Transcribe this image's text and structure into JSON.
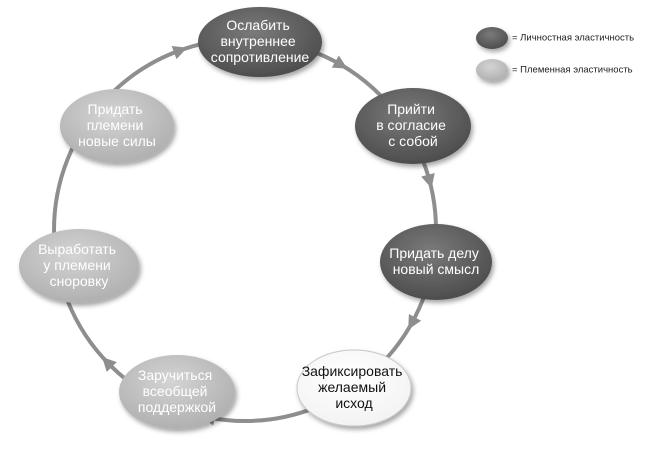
{
  "legend": [
    {
      "label": "= Личностная эластичность",
      "kind": "personal"
    },
    {
      "label": "= Племенная эластичность",
      "kind": "tribal"
    }
  ],
  "colors": {
    "personal_fill": "#5e5e5e",
    "personal_text": "#ffffff",
    "tribal_fill": "#c4c4c4",
    "tribal_text": "#ffffff",
    "goal_fill": "#ffffff",
    "goal_text": "#111111",
    "ring": "#8e8e8e"
  },
  "steps": [
    {
      "kind": "personal",
      "lines": [
        "Ослабить",
        "внутреннее",
        "сопротивление"
      ]
    },
    {
      "kind": "personal",
      "lines": [
        "Прийти",
        "в согласие",
        "с собой"
      ]
    },
    {
      "kind": "personal",
      "lines": [
        "Придать делу",
        "новый смысл"
      ]
    },
    {
      "kind": "goal",
      "lines": [
        "Зафиксировать",
        "желаемый",
        "исход"
      ]
    },
    {
      "kind": "tribal",
      "lines": [
        "Заручиться",
        "всеобщей",
        "поддержкой"
      ]
    },
    {
      "kind": "tribal",
      "lines": [
        "Выработать",
        "у племени",
        "сноровку"
      ]
    },
    {
      "kind": "tribal",
      "lines": [
        "Придать",
        "племени",
        "новые силы"
      ]
    }
  ]
}
